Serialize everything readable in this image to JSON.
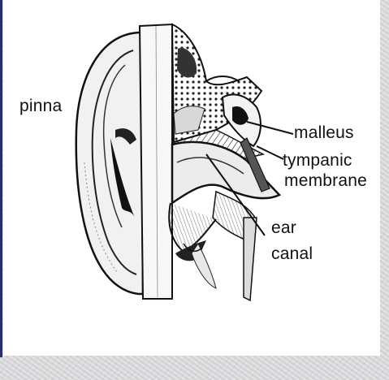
{
  "labels": {
    "pinna": "pinna",
    "malleus": "malleus",
    "tympanic": "tympanic",
    "membrane": "membrane",
    "ear": "ear",
    "canal": "canal"
  },
  "colors": {
    "frame_stripe": "#2a2f6b",
    "panel": "#ffffff",
    "ink": "#111111"
  }
}
